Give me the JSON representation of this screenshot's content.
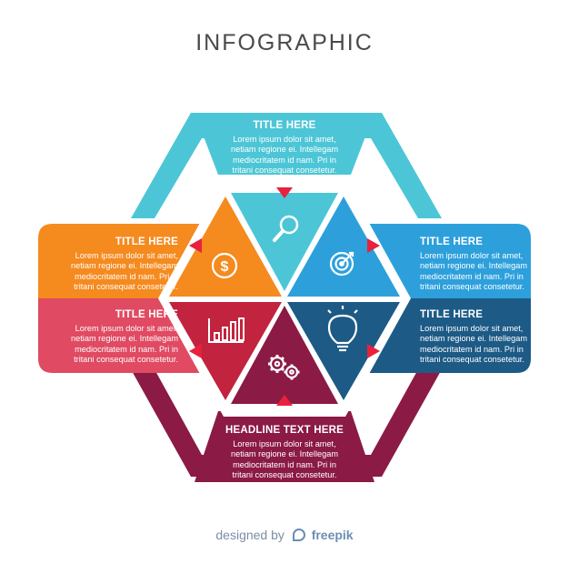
{
  "title": "INFOGRAPHIC",
  "colors": {
    "cyan": "#4cc6d6",
    "blue": "#2da0dc",
    "navy": "#1d5a86",
    "maroon": "#8b1a45",
    "red": "#e04a62",
    "orange": "#f58a1f",
    "arrow": "#e8213c"
  },
  "blocks": {
    "top": {
      "title": "TITLE HERE",
      "body": [
        "Lorem ipsum dolor sit amet,",
        "netiam regione ei. Intellegam",
        "mediocritatem id nam. Pri in",
        "tritani consequat consetetur."
      ]
    },
    "left_upper": {
      "title": "TITLE HERE",
      "body": [
        "Lorem ipsum dolor sit amet,",
        "netiam regione ei. Intellegam",
        "mediocritatem id nam. Pri in",
        "tritani consequat consetetur."
      ]
    },
    "left_lower": {
      "title": "TITLE HERE",
      "body": [
        "Lorem ipsum dolor sit amet,",
        "netiam regione ei. Intellegam",
        "mediocritatem id nam. Pri in",
        "tritani consequat consetetur."
      ]
    },
    "right_upper": {
      "title": "TITLE HERE",
      "body": [
        "Lorem ipsum dolor sit amet,",
        "netiam regione ei. Intellegam",
        "mediocritatem id nam. Pri in",
        "tritani consequat consetetur."
      ]
    },
    "right_lower": {
      "title": "TITLE HERE",
      "body": [
        "Lorem ipsum dolor sit amet,",
        "netiam regione ei. Intellegam",
        "mediocritatem id nam. Pri in",
        "tritani consequat consetetur."
      ]
    },
    "bottom": {
      "title": "HEADLINE TEXT HERE",
      "body": [
        "Lorem ipsum dolor sit amet,",
        "netiam regione ei. Intellegam",
        "mediocritatem id nam. Pri in",
        "tritani consequat consetetur."
      ]
    }
  },
  "icons": [
    "magnifier-icon",
    "target-icon",
    "lightbulb-icon",
    "gears-icon",
    "bar-chart-icon",
    "dollar-coin-icon"
  ],
  "credit": {
    "prefix": "designed by",
    "brand": "freepik"
  }
}
